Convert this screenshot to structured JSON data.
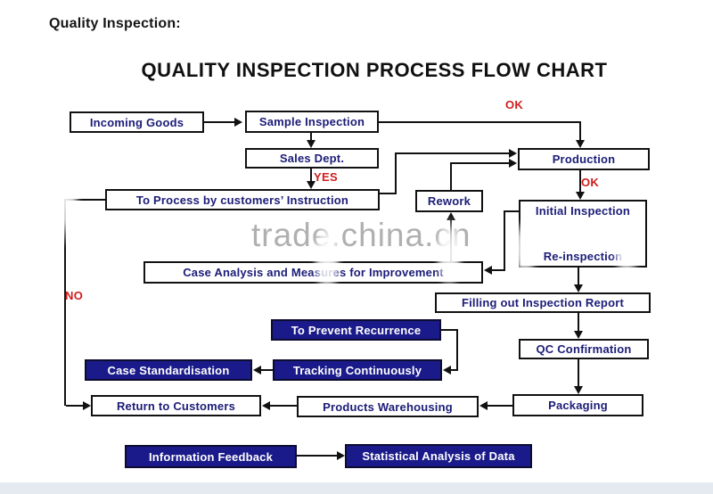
{
  "page": {
    "header": "Quality Inspection:",
    "title": "QUALITY INSPECTION PROCESS FLOW CHART",
    "watermark": "trade.china.cn"
  },
  "colors": {
    "navy_fill": "#1a1a8a",
    "navy_text": "#1c1c78",
    "red_label": "#cf1d1d",
    "line": "#111111",
    "footer_strip": "#e4eaf0"
  },
  "nodes": {
    "incoming_goods": "Incoming Goods",
    "sample_inspection": "Sample Inspection",
    "sales_dept": "Sales Dept.",
    "to_process": "To Process by customers’ Instruction",
    "rework": "Rework",
    "production": "Production",
    "initial_inspection": "Initial Inspection",
    "re_inspection": "Re-inspection",
    "case_analysis": "Case Analysis and Measures for Improvement",
    "filling_report": "Filling out Inspection Report",
    "qc_confirmation": "QC Confirmation",
    "to_prevent_recurrence": "To Prevent Recurrence",
    "tracking_continuously": "Tracking Continuously",
    "case_standardisation": "Case Standardisation",
    "return_to_customers": "Return to Customers",
    "products_warehousing": "Products Warehousing",
    "packaging": "Packaging",
    "information_feedback": "Information Feedback",
    "statistical_analysis": "Statistical Analysis of Data"
  },
  "labels": {
    "ok_sample": "OK",
    "ok_production": "OK",
    "yes": "YES",
    "no": "NO"
  }
}
